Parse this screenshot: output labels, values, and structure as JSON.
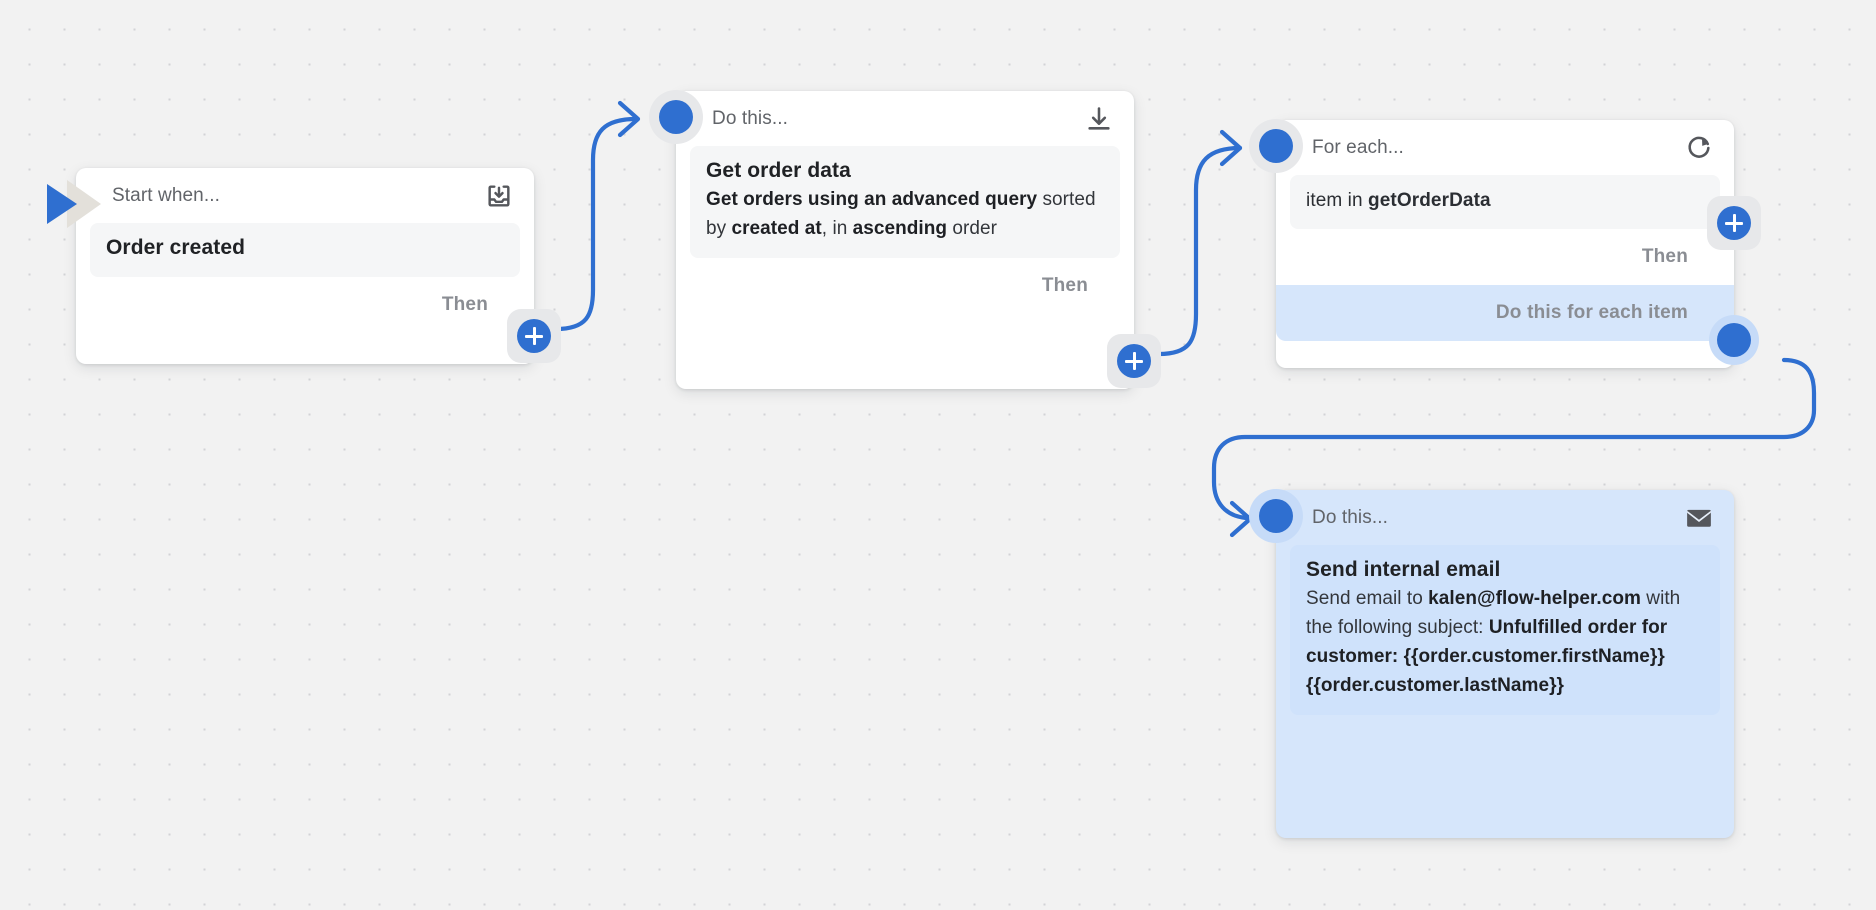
{
  "canvas": {
    "background_color": "#f2f2f2",
    "dot_color": "#d2d3d6",
    "accent_color": "#2f6fd0",
    "blue_card_color": "#d6e6fb"
  },
  "nodes": {
    "trigger": {
      "head_title": "Start when...",
      "icon": "inbox-download-icon",
      "body_title": "Order created",
      "then_label": "Then"
    },
    "get_order_data": {
      "head_title": "Do this...",
      "icon": "download-icon",
      "body_title": "Get order data",
      "body_segments": [
        {
          "text": "Get orders using an advanced query",
          "bold": true
        },
        {
          "text": " sorted by ",
          "bold": false
        },
        {
          "text": "created at",
          "bold": true
        },
        {
          "text": ", in ",
          "bold": false
        },
        {
          "text": "ascending",
          "bold": true
        },
        {
          "text": " order",
          "bold": false
        }
      ],
      "then_label": "Then"
    },
    "for_each": {
      "head_title": "For each...",
      "icon": "loop-icon",
      "body_segments": [
        {
          "text": "item in ",
          "bold": false
        },
        {
          "text": "getOrderData",
          "bold": true
        }
      ],
      "then_label": "Then",
      "loop_band_label": "Do this for each item"
    },
    "send_email": {
      "head_title": "Do this...",
      "icon": "envelope-icon",
      "body_title": "Send internal email",
      "body_segments": [
        {
          "text": "Send email to ",
          "bold": false
        },
        {
          "text": "kalen@flow-helper.com",
          "bold": true
        },
        {
          "text": " with the following subject: ",
          "bold": false
        },
        {
          "text": "Unfulfilled order for customer: {{order.customer.firstName}} {{order.customer.lastName}}",
          "bold": true
        }
      ]
    }
  }
}
